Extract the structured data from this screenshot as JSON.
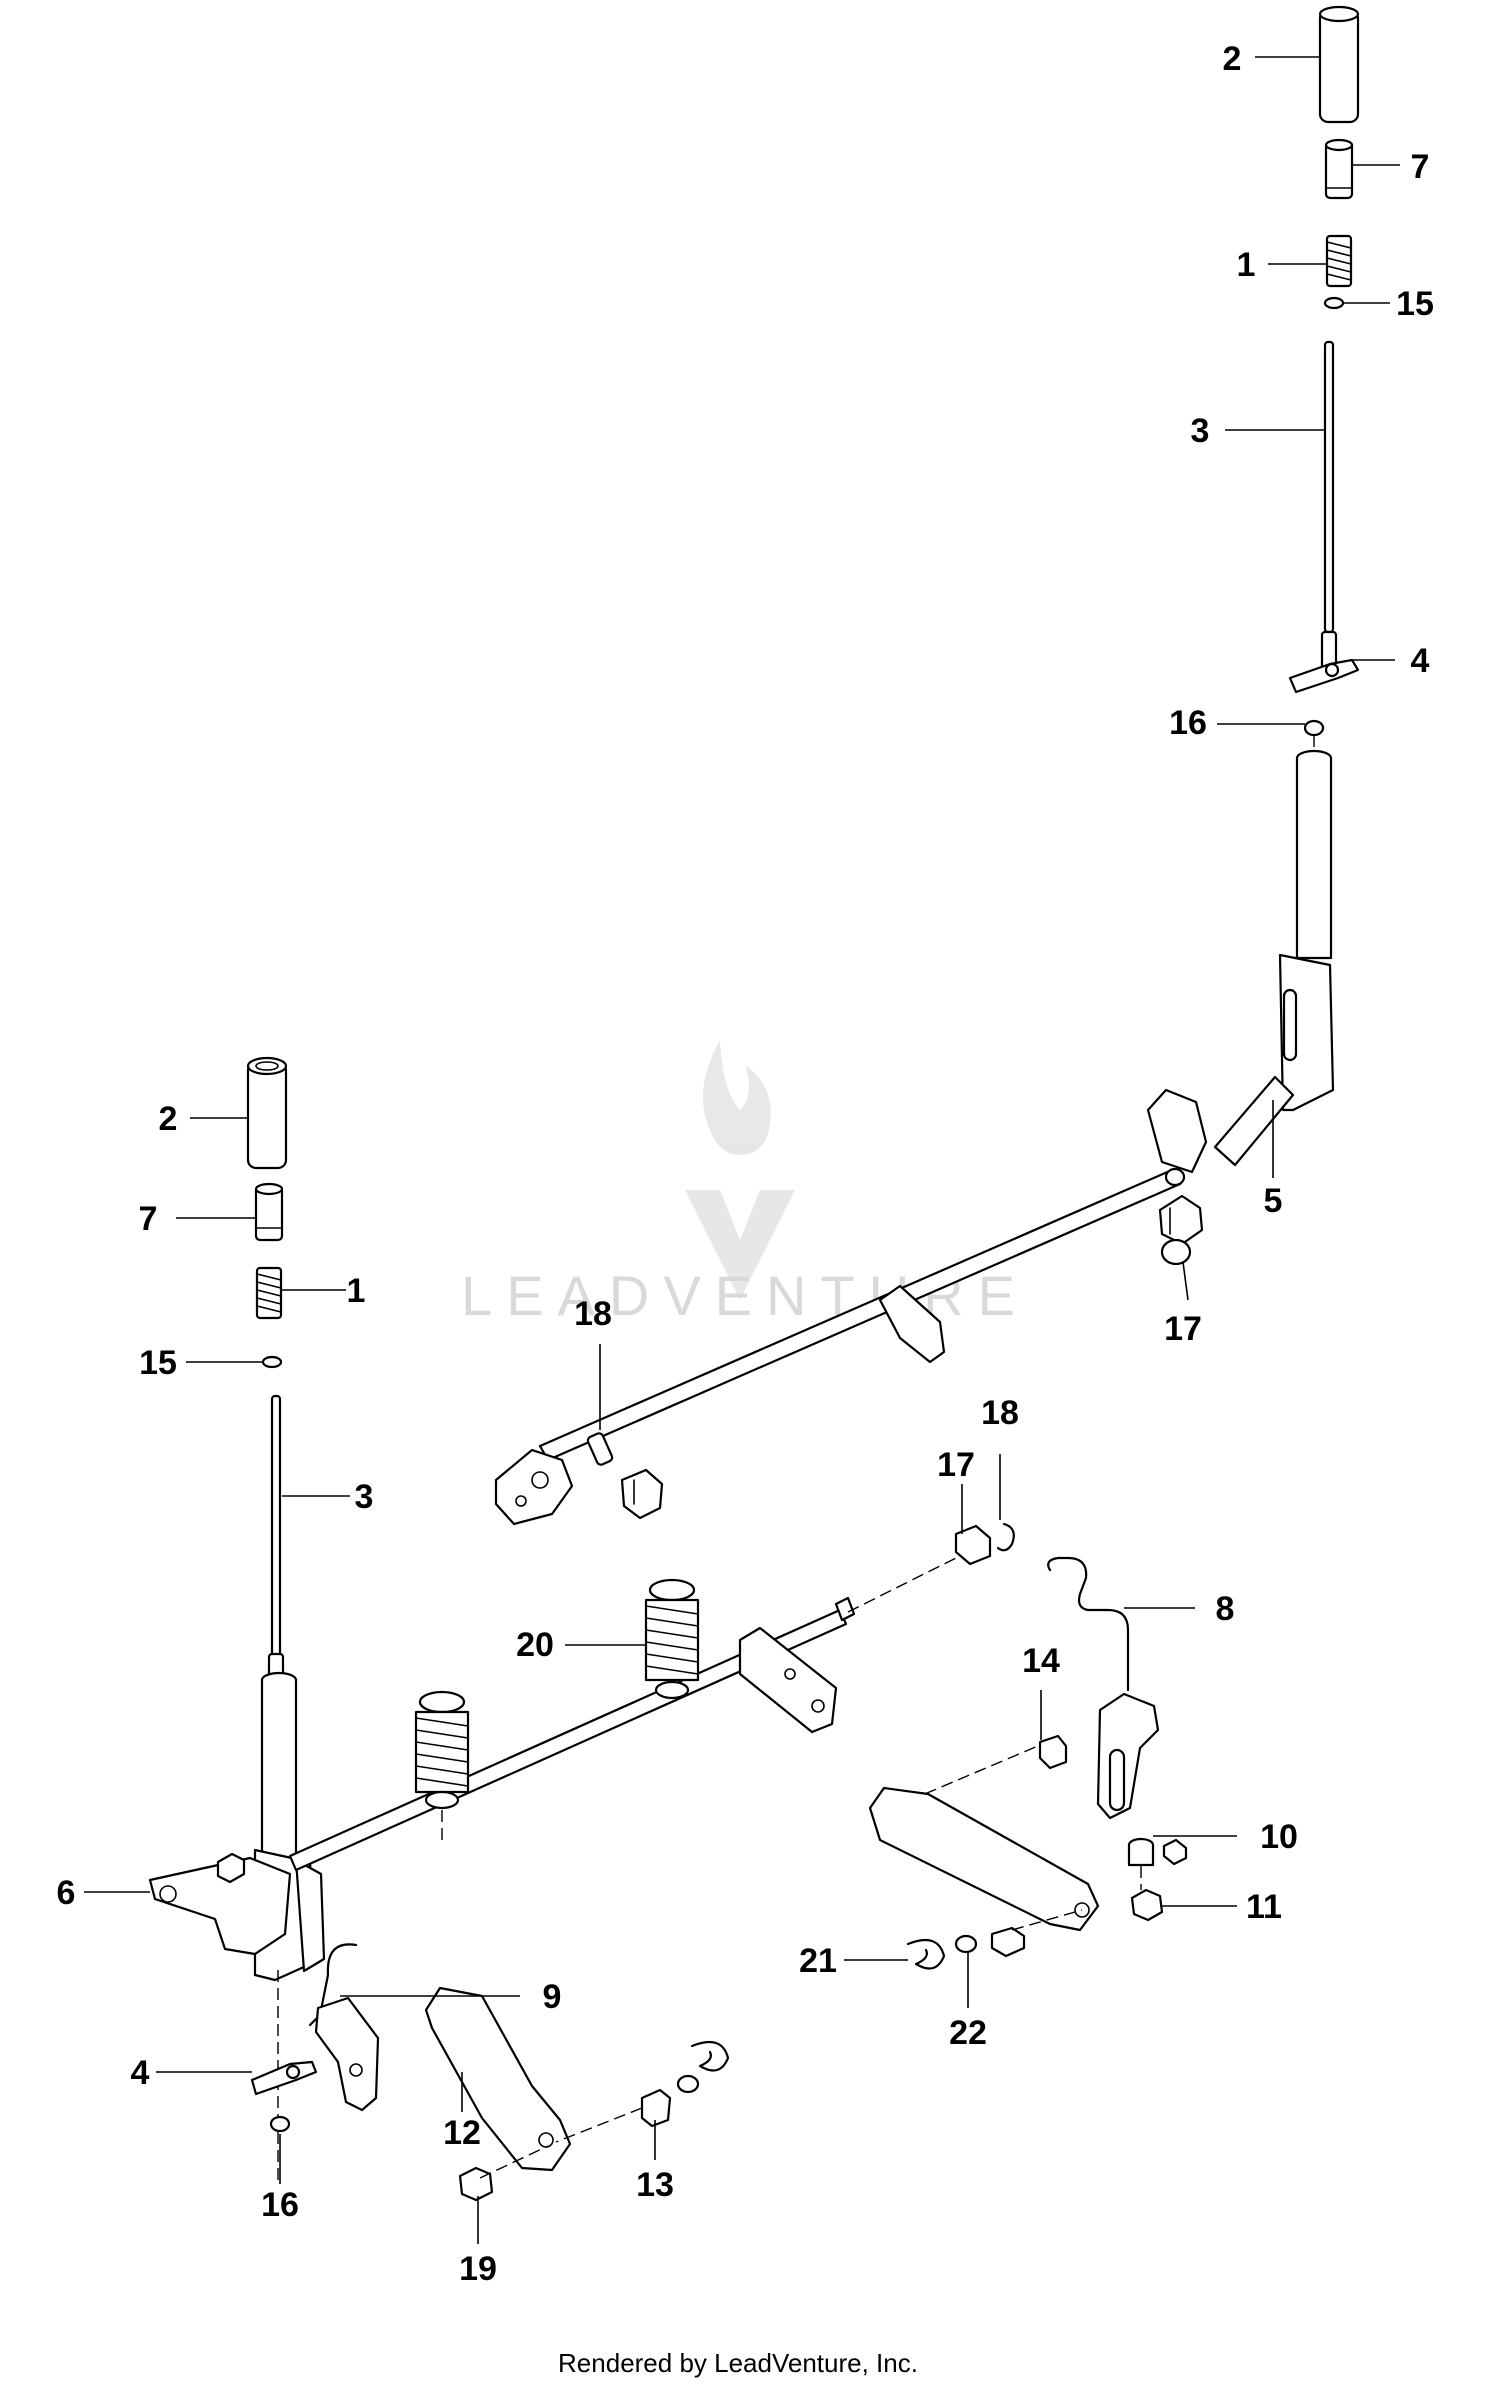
{
  "watermark": {
    "text": "LEADVENTURE"
  },
  "footer": {
    "text": "Rendered by LeadVenture, Inc."
  },
  "callouts": {
    "c_2_top": "2",
    "c_7_top": "7",
    "c_1_top": "1",
    "c_15_top": "15",
    "c_3_top": "3",
    "c_4_top": "4",
    "c_16_top": "16",
    "c_5": "5",
    "c_17_top": "17",
    "c_18_top": "18",
    "c_2_left": "2",
    "c_7_left": "7",
    "c_1_left": "1",
    "c_15_left": "15",
    "c_3_left": "3",
    "c_18_mid": "18",
    "c_17_mid": "17",
    "c_8": "8",
    "c_20": "20",
    "c_14": "14",
    "c_10": "10",
    "c_11": "11",
    "c_6": "6",
    "c_9": "9",
    "c_21": "21",
    "c_22": "22",
    "c_4_left": "4",
    "c_12": "12",
    "c_13": "13",
    "c_16_left": "16",
    "c_19": "19"
  }
}
